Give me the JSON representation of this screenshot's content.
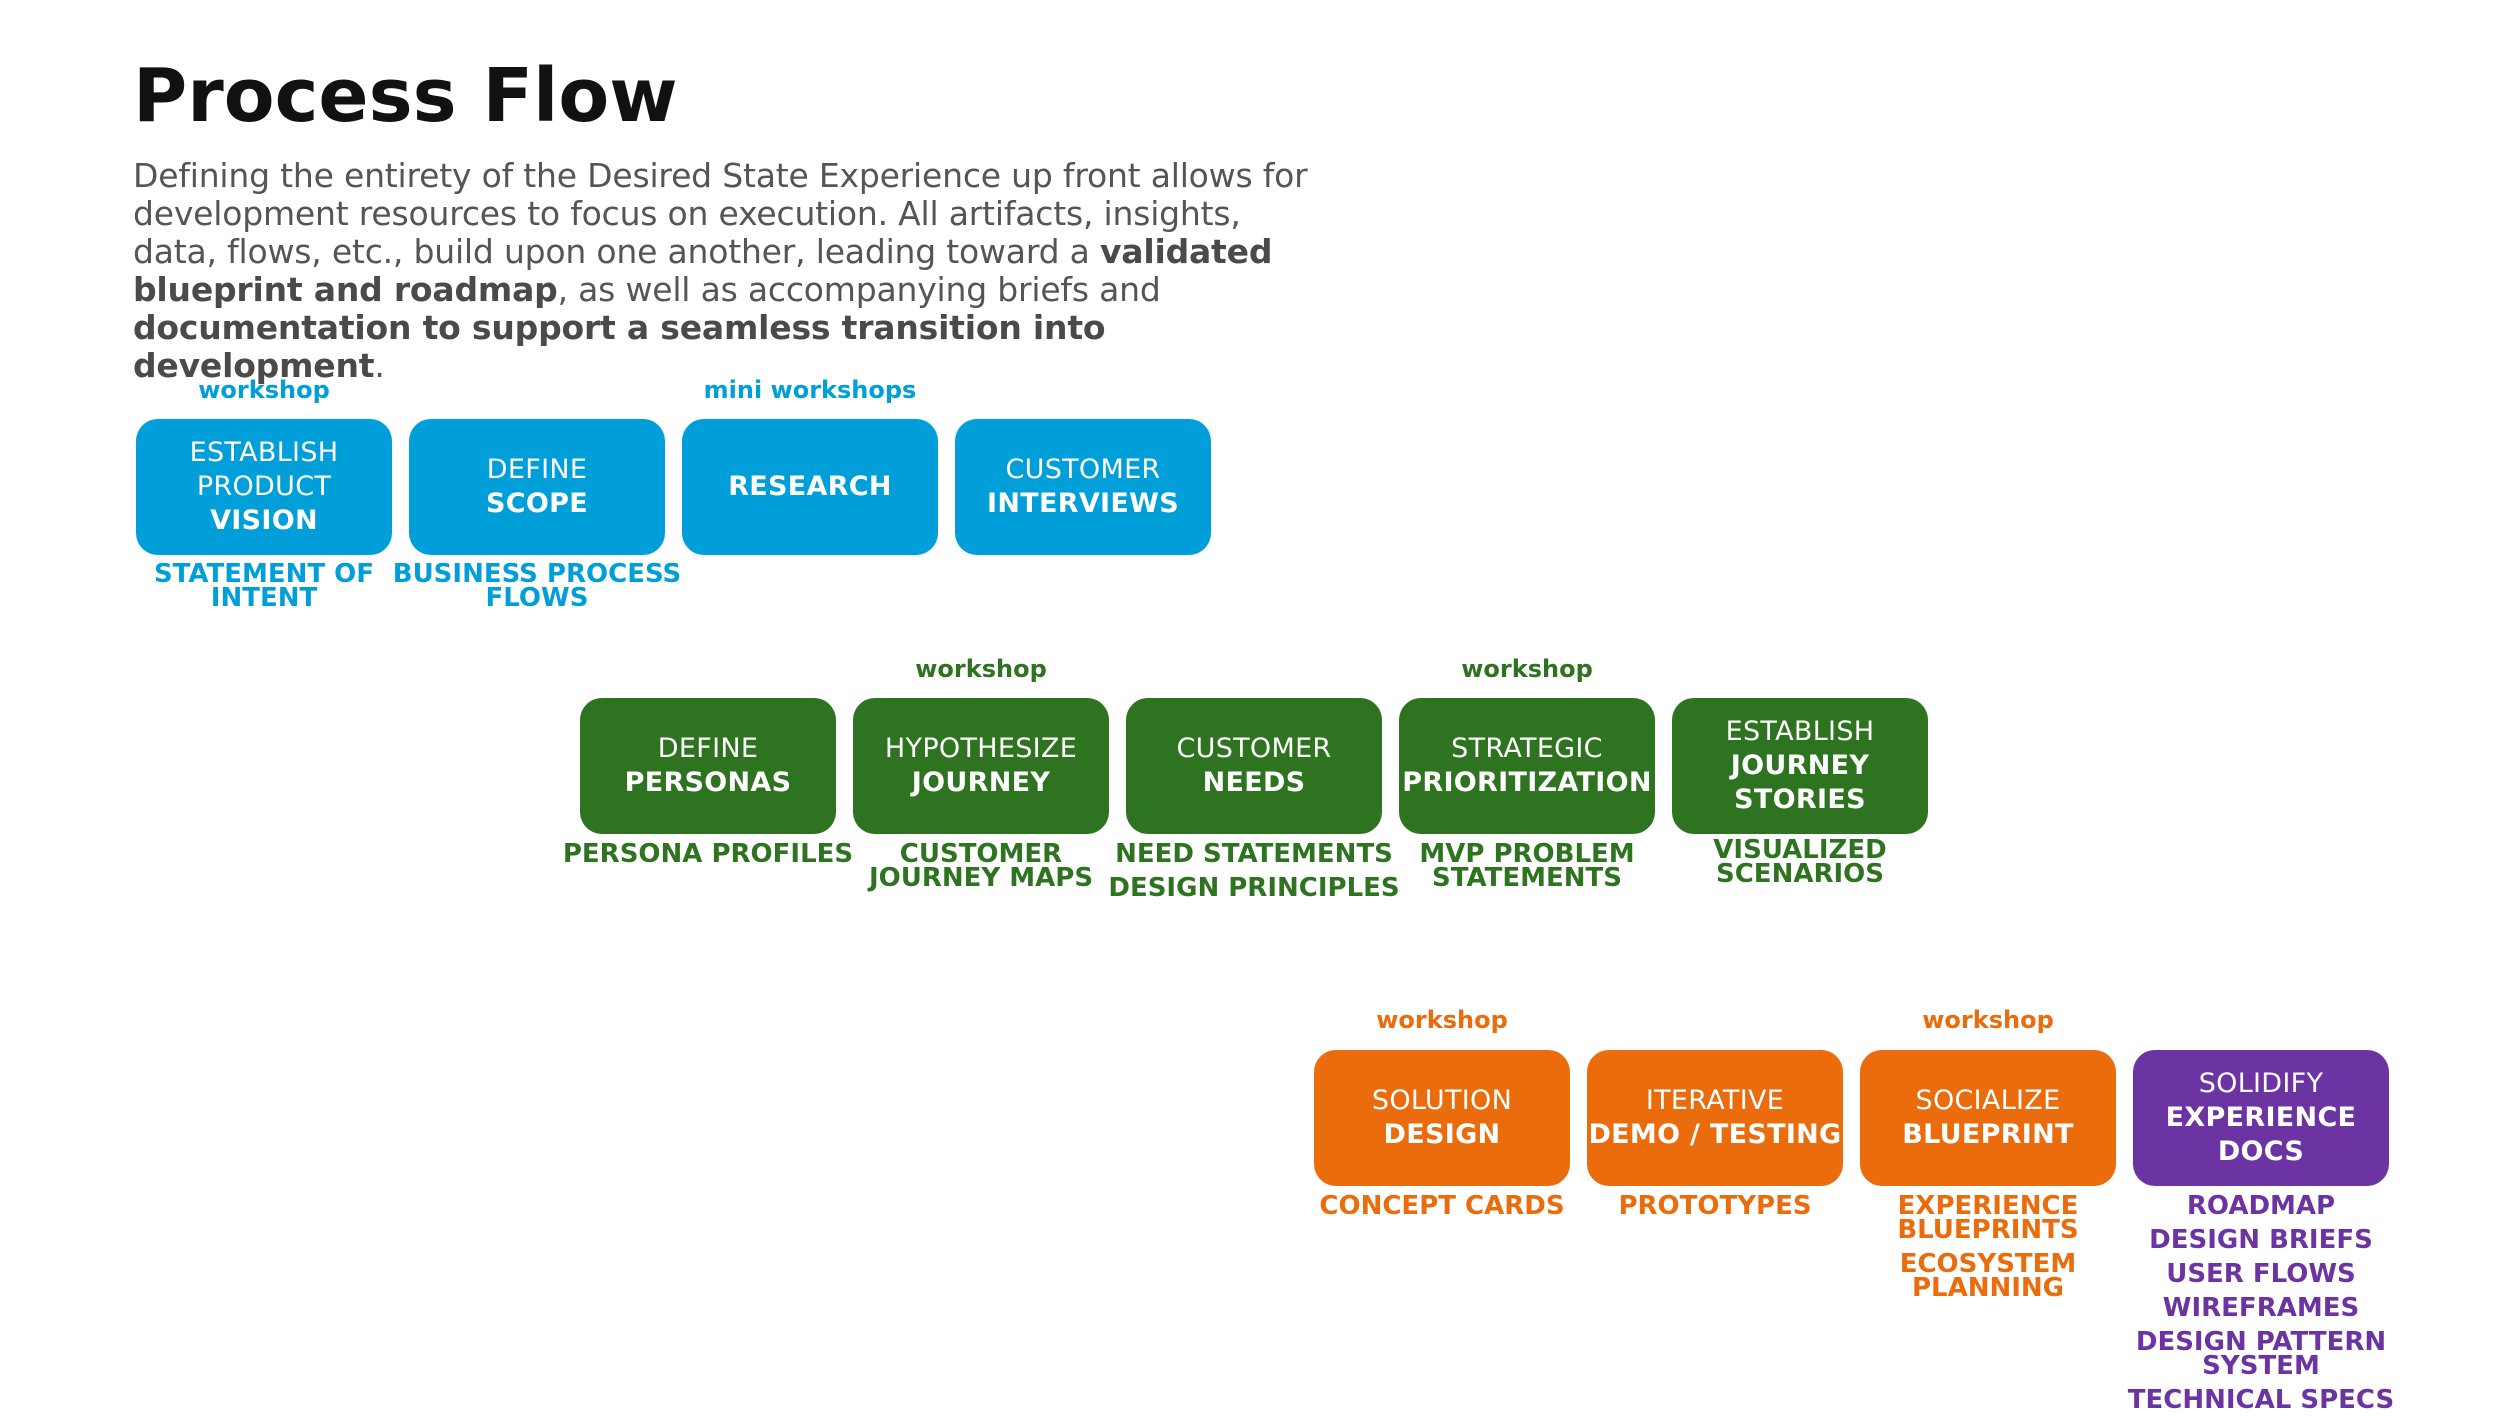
{
  "title": "Process Flow",
  "intro": {
    "p1": "Defining the entirety of the Desired State Experience up front allows for development resources to focus on execution. All artifacts, insights, data, flows, etc., build upon one another, leading toward a ",
    "b1": "validated blueprint and roadmap",
    "p2": ", as well as accompanying briefs and ",
    "b2": "documentation to support a seamless transition into development",
    "p3": "."
  },
  "colors": {
    "discovery": "#009fda",
    "define": "#2e7320",
    "design": "#ea6c0c",
    "deliver": "#6c33a2"
  },
  "stages": {
    "vision": {
      "tag": "workshop",
      "l1": "ESTABLISH",
      "l2": "PRODUCT",
      "b": "VISION",
      "outputs": [
        "STATEMENT OF INTENT"
      ]
    },
    "scope": {
      "l1": "DEFINE",
      "b": "SCOPE",
      "outputs": [
        "BUSINESS PROCESS FLOWS"
      ]
    },
    "research": {
      "tag": "mini workshops",
      "b": "RESEARCH"
    },
    "interviews": {
      "l1": "CUSTOMER",
      "b": "INTERVIEWS"
    },
    "personas": {
      "l1": "DEFINE",
      "b": "PERSONAS",
      "outputs": [
        "PERSONA PROFILES"
      ]
    },
    "journey": {
      "tag": "workshop",
      "l1": "HYPOTHESIZE",
      "b": "JOURNEY",
      "outputs": [
        "CUSTOMER JOURNEY MAPS"
      ]
    },
    "needs": {
      "l1": "CUSTOMER",
      "b": "NEEDS",
      "outputs": [
        "NEED STATEMENTS",
        "DESIGN PRINCIPLES"
      ]
    },
    "prioritization": {
      "tag": "workshop",
      "l1": "STRATEGIC",
      "b": "PRIORITIZATION",
      "outputs": [
        "MVP PROBLEM STATEMENTS"
      ]
    },
    "stories": {
      "l1": "ESTABLISH",
      "b1": "JOURNEY",
      "b2": "STORIES",
      "outputs": [
        "VISUALIZED SCENARIOS"
      ]
    },
    "solution": {
      "tag": "workshop",
      "l1": "SOLUTION",
      "b": "DESIGN",
      "outputs": [
        "CONCEPT CARDS"
      ]
    },
    "iterative": {
      "l1": "ITERATIVE",
      "b": "DEMO / TESTING",
      "outputs": [
        "PROTOTYPES"
      ]
    },
    "blueprint": {
      "tag": "workshop",
      "l1": "SOCIALIZE",
      "b": "BLUEPRINT",
      "outputs": [
        "EXPERIENCE BLUEPRINTS",
        "ECOSYSTEM PLANNING"
      ]
    },
    "docs": {
      "l1": "SOLIDIFY",
      "b1": "EXPERIENCE",
      "b2": "DOCS",
      "outputs": [
        "ROADMAP",
        "DESIGN BRIEFS",
        "USER FLOWS",
        "WIREFRAMES",
        "DESIGN PATTERN SYSTEM",
        "TECHNICAL SPECS"
      ]
    }
  }
}
